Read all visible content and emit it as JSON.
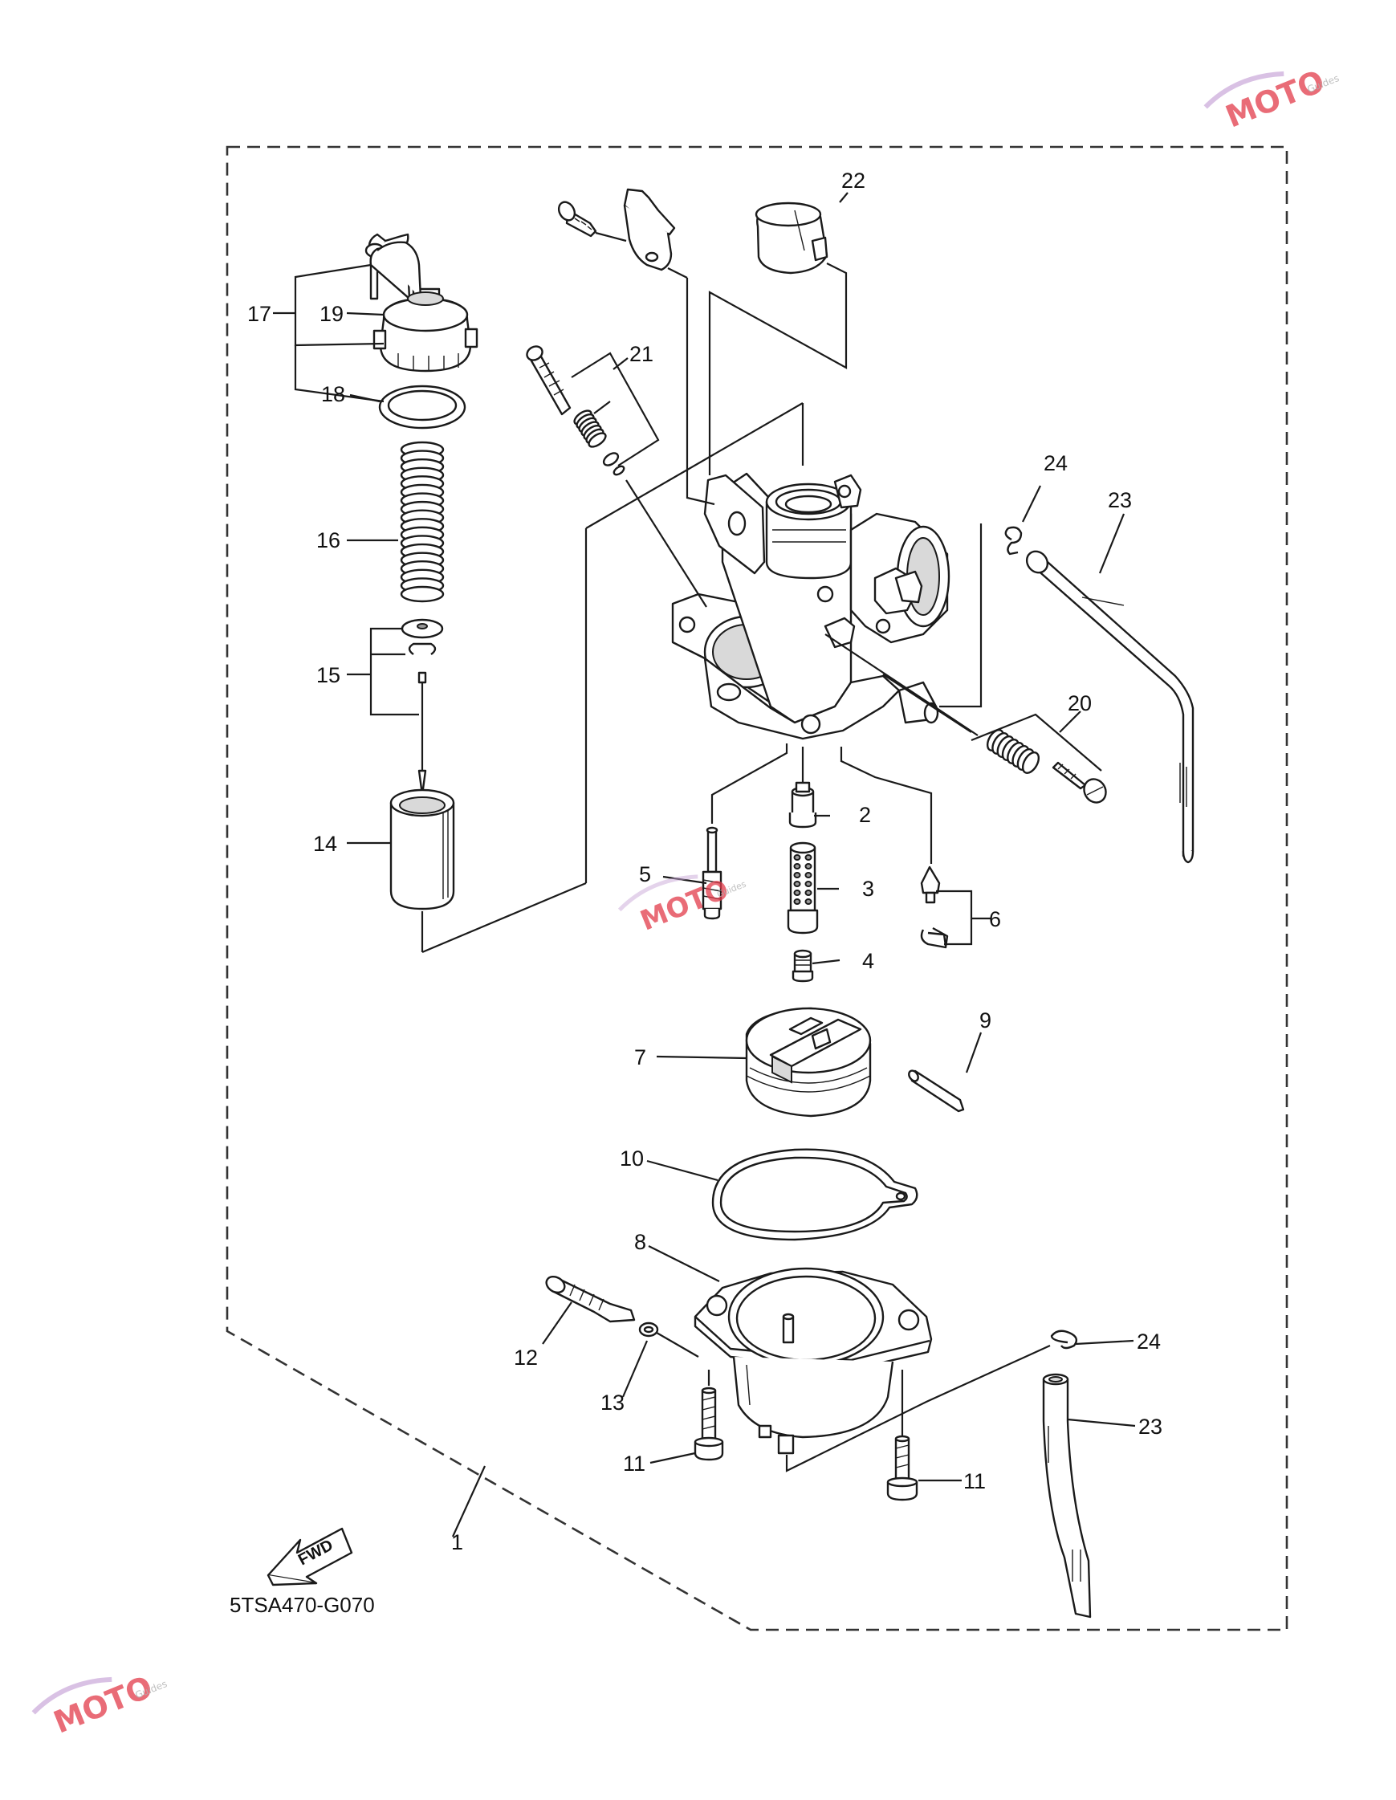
{
  "diagram": {
    "callouts": [
      {
        "id": "c1",
        "text": "1"
      },
      {
        "id": "c2",
        "text": "2"
      },
      {
        "id": "c3",
        "text": "3"
      },
      {
        "id": "c4",
        "text": "4"
      },
      {
        "id": "c5",
        "text": "5"
      },
      {
        "id": "c6",
        "text": "6"
      },
      {
        "id": "c7",
        "text": "7"
      },
      {
        "id": "c8",
        "text": "8"
      },
      {
        "id": "c9",
        "text": "9"
      },
      {
        "id": "c10",
        "text": "10"
      },
      {
        "id": "c11a",
        "text": "11"
      },
      {
        "id": "c11b",
        "text": "11"
      },
      {
        "id": "c12",
        "text": "12"
      },
      {
        "id": "c13",
        "text": "13"
      },
      {
        "id": "c14",
        "text": "14"
      },
      {
        "id": "c15",
        "text": "15"
      },
      {
        "id": "c16",
        "text": "16"
      },
      {
        "id": "c17",
        "text": "17"
      },
      {
        "id": "c18",
        "text": "18"
      },
      {
        "id": "c19",
        "text": "19"
      },
      {
        "id": "c20",
        "text": "20"
      },
      {
        "id": "c21",
        "text": "21"
      },
      {
        "id": "c22",
        "text": "22"
      },
      {
        "id": "c23a",
        "text": "23"
      },
      {
        "id": "c23b",
        "text": "23"
      },
      {
        "id": "c24a",
        "text": "24"
      },
      {
        "id": "c24b",
        "text": "24"
      }
    ],
    "figure_code": "5TSA470-G070",
    "fwd_label": "FWD"
  },
  "watermark": {
    "brand": "MOTO",
    "sub": "Guides"
  }
}
